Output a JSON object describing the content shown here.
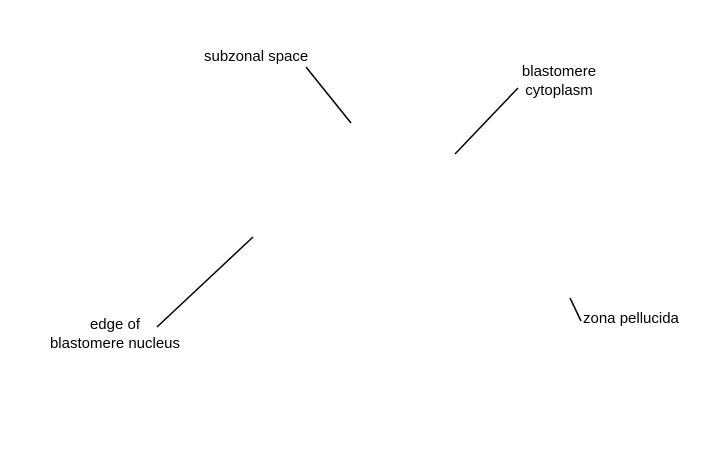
{
  "labels": {
    "subzonal_space": "subzonal space",
    "blastomere_cytoplasm_line1": "blastomere",
    "blastomere_cytoplasm_line2": "cytoplasm",
    "nucleus_line1": "edge of",
    "nucleus_line2": "blastomere nucleus",
    "zona_pellucida": "zona pellucida"
  },
  "colors": {
    "background": "#ffffff",
    "text": "#000000",
    "leader_lines": "#000000"
  }
}
